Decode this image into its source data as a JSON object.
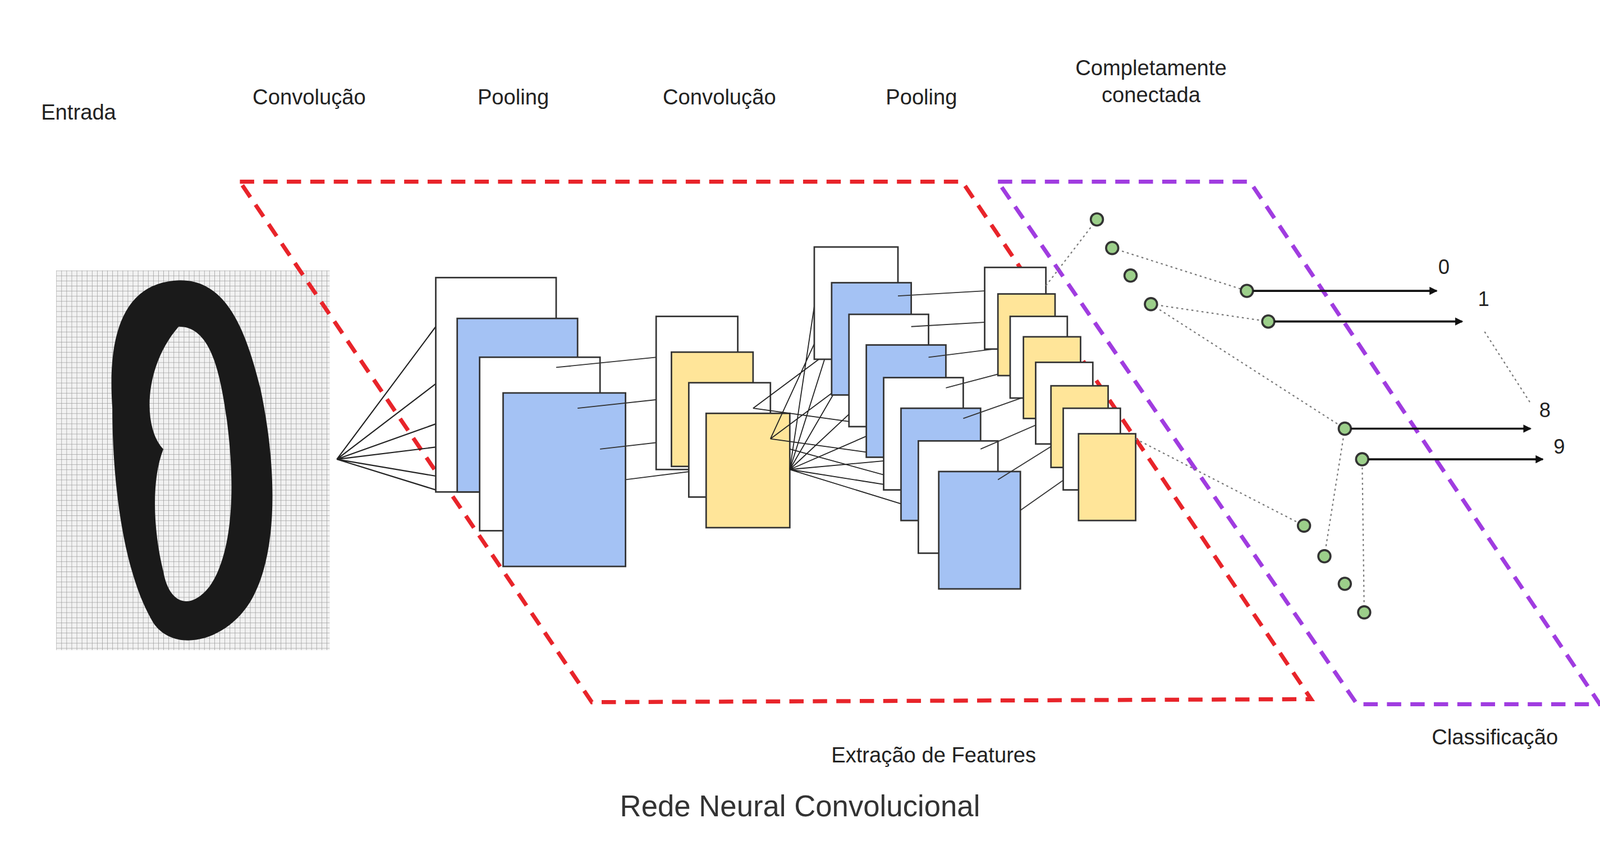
{
  "diagram": {
    "caption": "Rede Neural Convolucional",
    "labels": [
      "Entrada",
      "Convolução",
      "Pooling",
      "Convolução",
      "Pooling",
      "Completamente conectada",
      "0",
      "1",
      "8",
      "9",
      "Extração de Features",
      "Classificação"
    ]
  }
}
